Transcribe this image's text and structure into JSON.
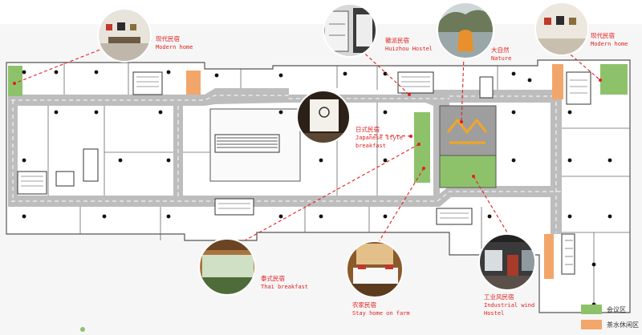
{
  "labels": {
    "modern_left": {
      "zh": "现代民宿",
      "en": "Modern home"
    },
    "huizhou": {
      "zh": "徽派民宿",
      "en": "Huizhou Hostel"
    },
    "nature": {
      "zh": "大自然",
      "en": "Nature"
    },
    "modern_right": {
      "zh": "现代民宿",
      "en": "Modern home"
    },
    "japanese": {
      "zh": "日式民宿",
      "en1": "Japanese style",
      "en2": "breakfast"
    },
    "thai": {
      "zh": "泰式民宿",
      "en": "Thai breakfast"
    },
    "farm": {
      "zh": "农家民宿",
      "en": "Stay home on farm"
    },
    "industrial": {
      "zh": "工业风民宿",
      "en1": "Industrial wind",
      "en2": "Hostel"
    }
  },
  "legend": [
    {
      "label": "会议区",
      "color": "#8dc26a"
    },
    {
      "label": "茶水休闲区",
      "color": "#f2a66a"
    }
  ],
  "colors": {
    "accent": "#e02020",
    "corridor": "#bdbdbd",
    "meeting": "#8dc26a",
    "tea": "#f2a66a"
  }
}
